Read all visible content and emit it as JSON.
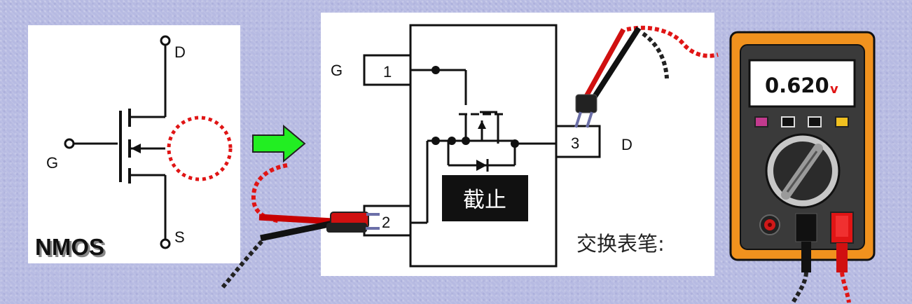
{
  "nmos_symbol": {
    "title": "NMOS",
    "label_d": "D",
    "label_g": "G",
    "label_s": "S"
  },
  "chip": {
    "pin1": "1",
    "pin2": "2",
    "pin3": "3",
    "label_g": "G",
    "label_d": "D",
    "state_label": "截止"
  },
  "caption": "交换表笔:",
  "multimeter": {
    "display": "0.620",
    "unit": "v"
  },
  "colors": {
    "probe_red": "#e01515",
    "probe_black": "#222222",
    "arrow_green": "#22ee22",
    "meter_orange": "#f1921e",
    "dashed_circle": "#e01515"
  }
}
